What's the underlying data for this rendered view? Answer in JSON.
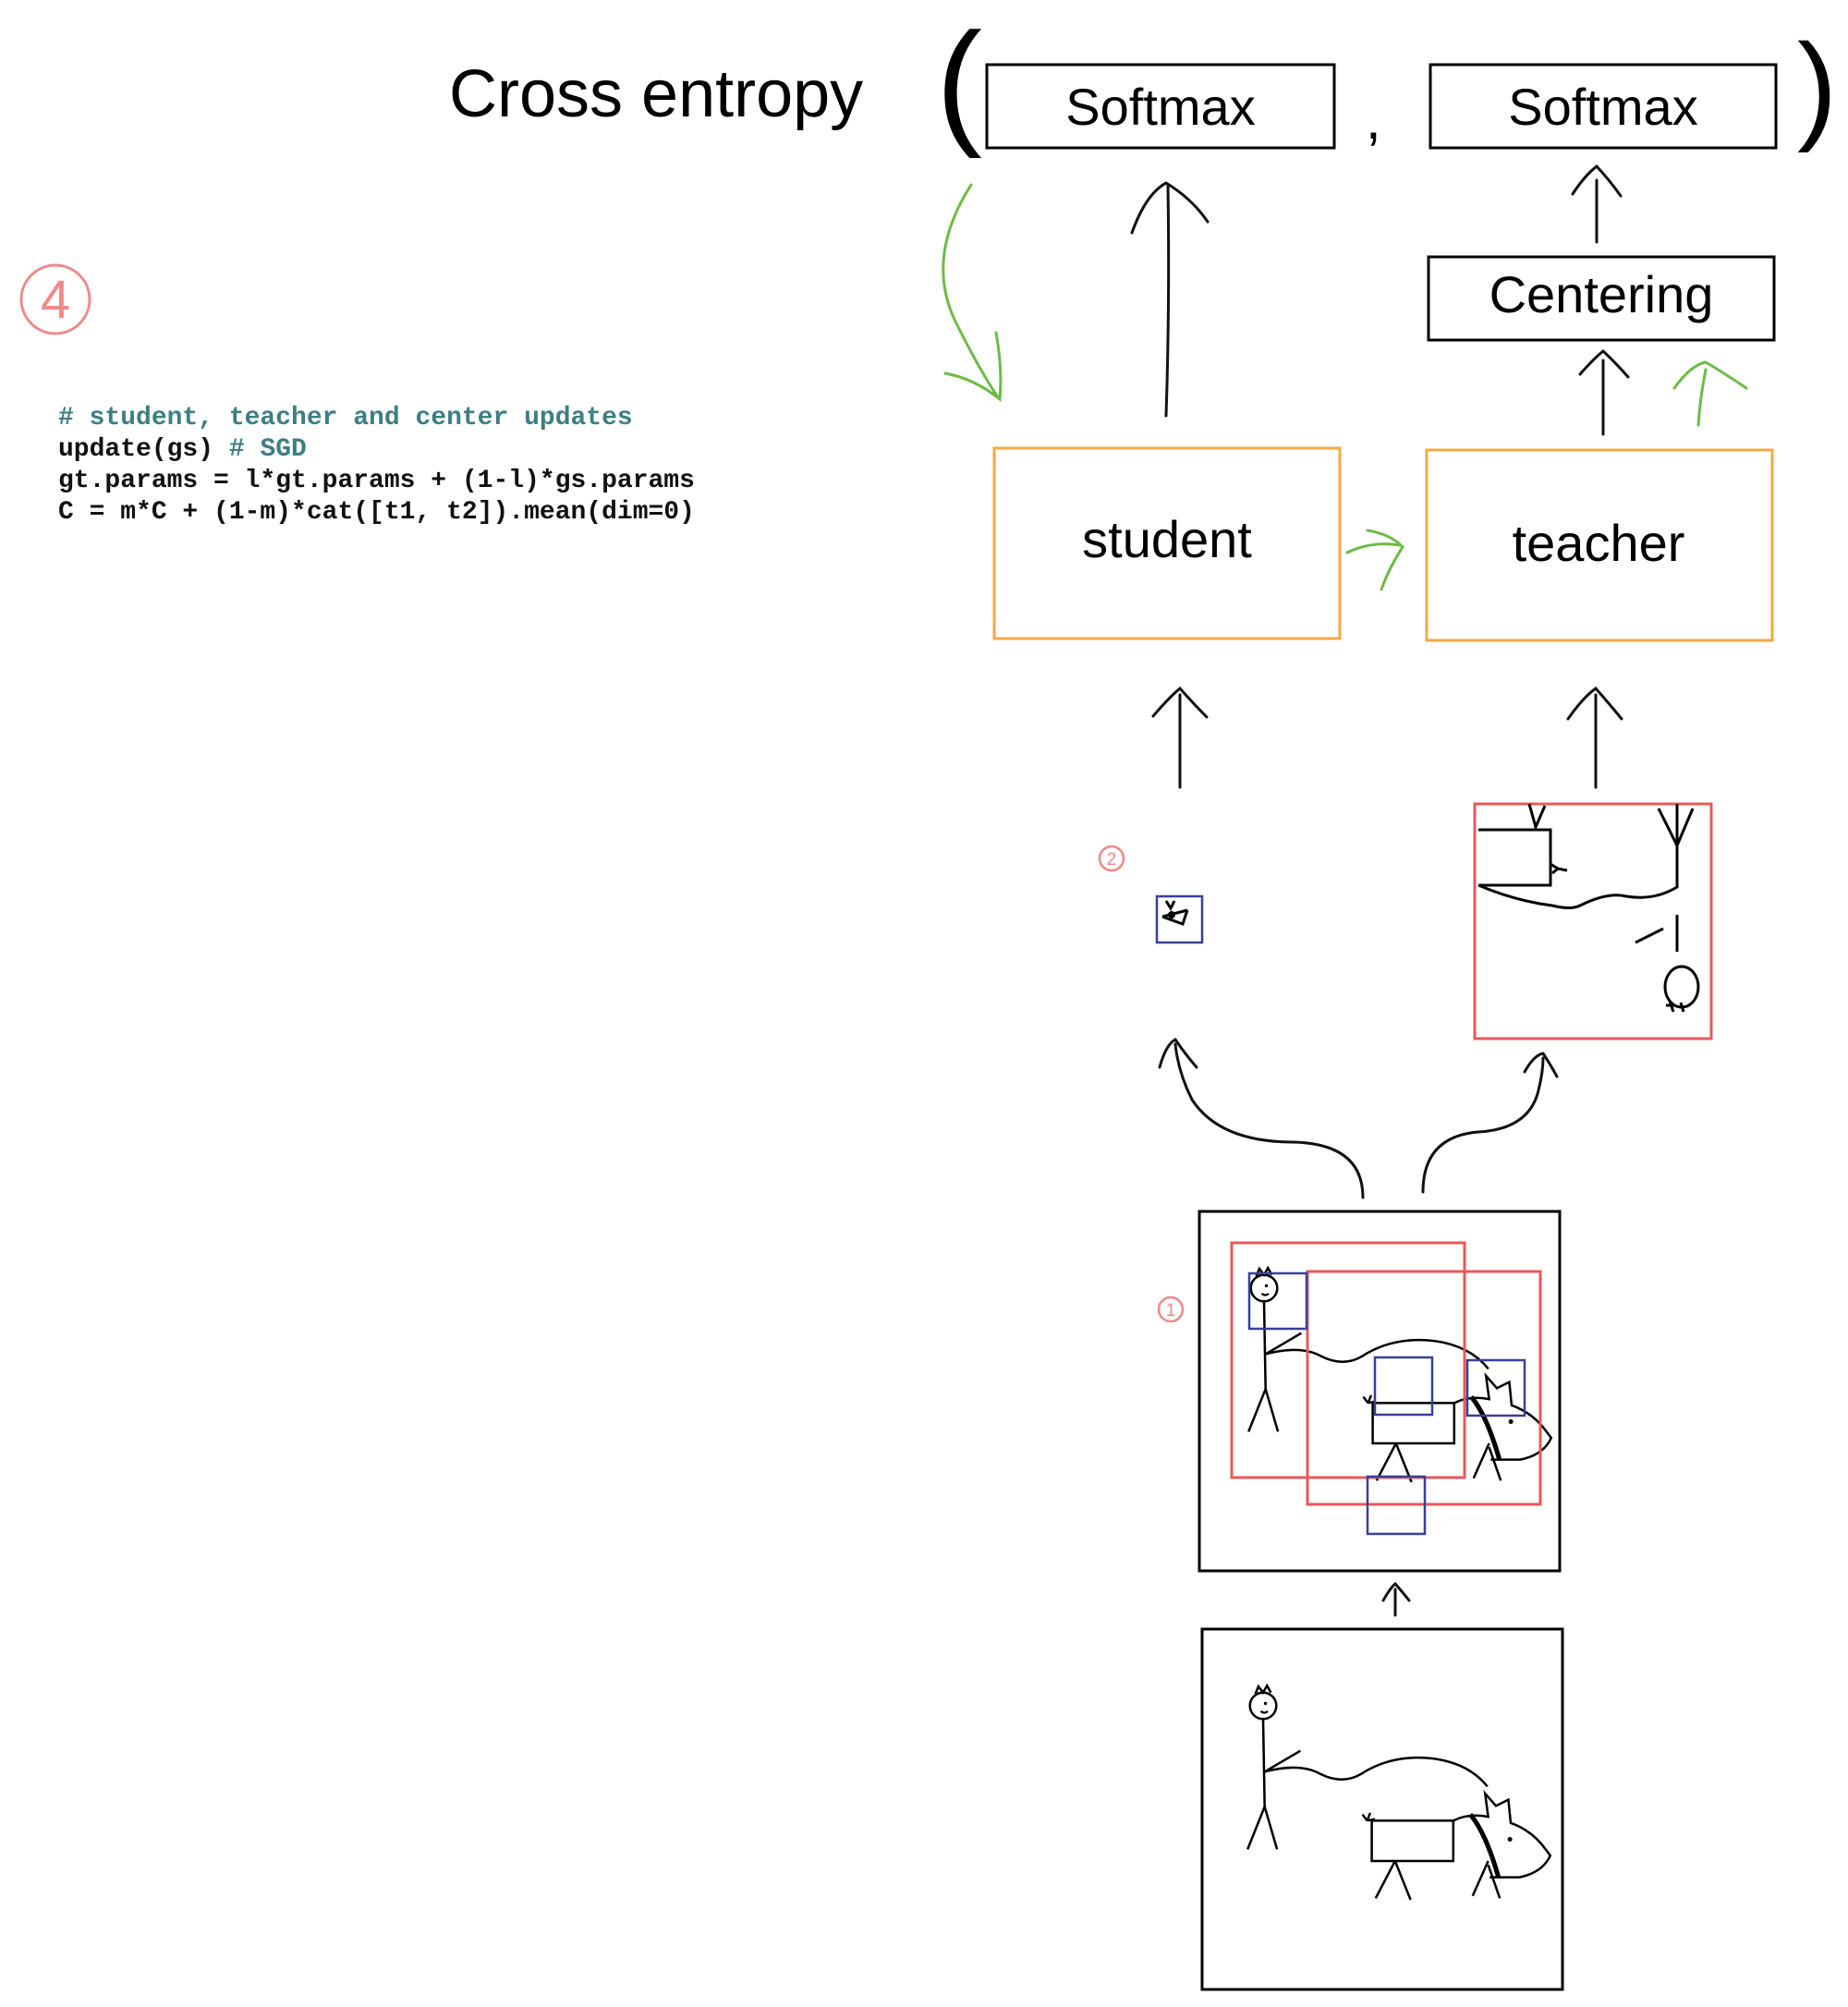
{
  "title": {
    "label": "Cross entropy",
    "open_paren": "(",
    "comma": ",",
    "close_paren": ")"
  },
  "boxes": {
    "softmax_student": "Softmax",
    "softmax_teacher": "Softmax",
    "centering": "Centering",
    "student": "student",
    "teacher": "teacher"
  },
  "step_markers": {
    "step4": "4",
    "step2": "2",
    "step1": "1"
  },
  "code": {
    "comment": "# student, teacher and center updates",
    "line1_code": "update(gs) ",
    "line1_comment": "# SGD",
    "line2": "gt.params = l*gt.params + (1-l)*gs.params",
    "line3": "C = m*C + (1-m)*cat([t1, t2]).mean(dim=0)"
  },
  "colors": {
    "forward_arrows": "#111111",
    "update_arrows": "#6dbb45",
    "network_box": "#f5a845",
    "global_crop": "#e8585a",
    "local_crop": "#3a3f97",
    "step_marker": "#ee8a8a",
    "code_comment": "#3d7f83"
  },
  "icons": {
    "image_drawings": "person-walking-dog-sketch-icon"
  }
}
